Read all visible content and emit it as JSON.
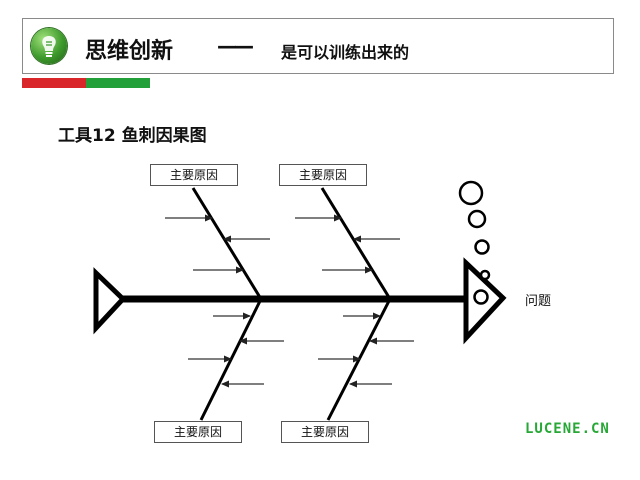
{
  "header": {
    "title": "思维创新",
    "dash": "——",
    "subtitle": "是可以训练出来的"
  },
  "section_title": "工具12  鱼刺因果图",
  "diagram": {
    "cause_labels": [
      "主要原因",
      "主要原因",
      "主要原因",
      "主要原因"
    ],
    "problem_label": "问题"
  },
  "brand": "LUCENE.CN",
  "colors": {
    "accent_red": "#d8262b",
    "accent_green": "#23a03a",
    "brand_green": "#27a836"
  },
  "icons": {
    "logo": "lightbulb-globe-icon"
  }
}
